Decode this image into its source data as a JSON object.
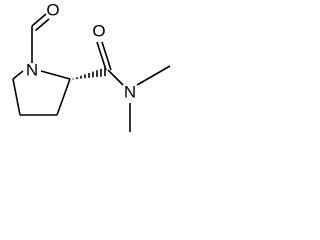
{
  "structure": {
    "atoms": {
      "ring_nitrogen": "N",
      "formyl_oxygen": "O",
      "amide_oxygen": "O",
      "amide_nitrogen": "N"
    },
    "colors": {
      "bond": "#000000",
      "label": "#000000",
      "background": "#ffffff"
    }
  }
}
